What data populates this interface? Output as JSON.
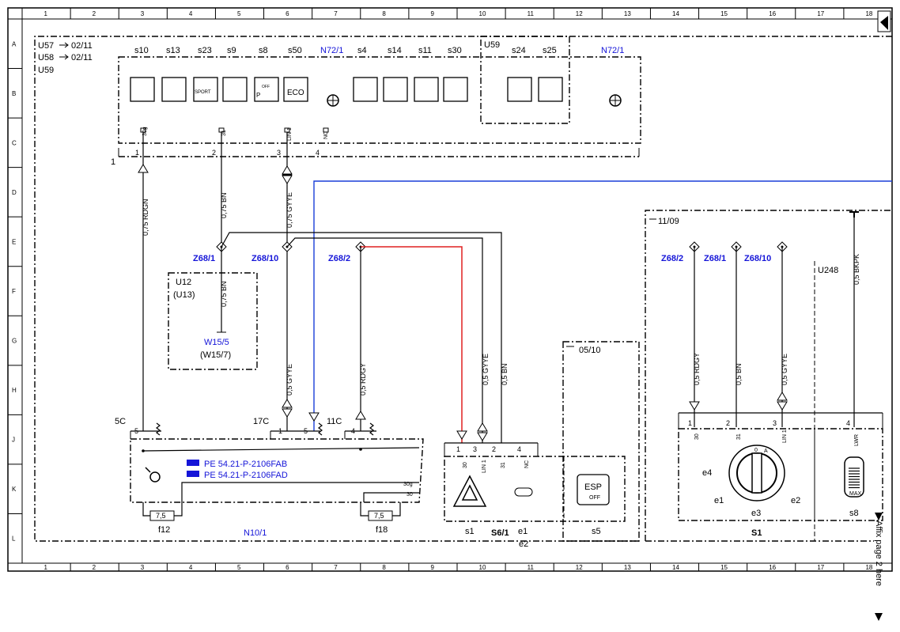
{
  "grid": {
    "columns": [
      "1",
      "2",
      "3",
      "4",
      "5",
      "6",
      "7",
      "8",
      "9",
      "10",
      "11",
      "12",
      "13",
      "14",
      "15",
      "16",
      "17",
      "18"
    ],
    "rows": [
      "A",
      "B",
      "C",
      "D",
      "E",
      "F",
      "G",
      "H",
      "J",
      "K",
      "L"
    ]
  },
  "variants": {
    "u57": "U57",
    "u57_date": "02/11",
    "u58": "U58",
    "u58_date": "02/11",
    "u59": "U59",
    "u59_box": "U59"
  },
  "n72": {
    "title_left": "N72/1",
    "title_right": "N72/1",
    "switches_left": [
      "s10",
      "s13",
      "s23",
      "s9",
      "s8",
      "s50"
    ],
    "switches_mid": [
      "s4",
      "s14",
      "s11",
      "s30"
    ],
    "switches_right": [
      "s24",
      "s25"
    ],
    "sport_label": "SPORT",
    "eco_label": "ECO",
    "off_label": "OFF",
    "p_label": "P",
    "connector_no": "1",
    "pins": [
      {
        "num": "1",
        "name": "30g"
      },
      {
        "num": "2",
        "name": "31"
      },
      {
        "num": "3",
        "name": "LIN 1"
      },
      {
        "num": "4",
        "name": "NC"
      }
    ]
  },
  "wires": {
    "rdgn": "0,75 RDGN",
    "bn": "0,75 BN",
    "gyye": "0,75 GYYE",
    "bn_u12": "0,75 BN",
    "gyye_05_a": "0,5 GYYE",
    "rdgy_05": "0,5 RDGY",
    "gyye_05_b": "0,5 GYYE",
    "bn_05": "0,5 BN",
    "rdgy_s1": "0,5 RDGY",
    "bn_s1": "0,5 BN",
    "gyye_s1": "0,5 GYYE",
    "bkpk": "0,5 BKPK"
  },
  "nodes": {
    "z68_1": "Z68/1",
    "z68_10": "Z68/10",
    "z68_2": "Z68/2",
    "z68_2_r": "Z68/2",
    "z68_1_r": "Z68/1",
    "z68_10_r": "Z68/10"
  },
  "u12": {
    "line1": "U12",
    "line2": "(U13)",
    "w15_5": "W15/5",
    "w15_7": "(W15/7)"
  },
  "n10": {
    "title": "N10/1",
    "ref1": "PE 54.21-P-2106FAB",
    "ref2": "PE 54.21-P-2106FAD",
    "term_5c": "5C",
    "term_17c": "17C",
    "term_11c": "11C",
    "pin5": "5",
    "pin1": "1",
    "pin5b": "5",
    "pin4": "4",
    "pin_30g": "30g",
    "pin_30": "30",
    "fuse1_val": "7,5",
    "fuse2_val": "7,5",
    "fuse1": "f12",
    "fuse2": "f18"
  },
  "s6": {
    "ref_page": "05/10",
    "title": "S6/1",
    "pins": [
      {
        "num": "1",
        "name": "30"
      },
      {
        "num": "3",
        "name": "LIN 1"
      },
      {
        "num": "2",
        "name": "31"
      },
      {
        "num": "4",
        "name": "NC"
      }
    ],
    "s1": "s1",
    "e1": "e1",
    "e2": "e2",
    "s5": "s5",
    "esp": "ESP",
    "esp_off": "OFF"
  },
  "s1": {
    "ref_page": "11/09",
    "title": "S1",
    "u248": "U248",
    "pins": [
      {
        "num": "1",
        "name": "30"
      },
      {
        "num": "2",
        "name": "31"
      },
      {
        "num": "3",
        "name": "LIN 1"
      },
      {
        "num": "4",
        "name": "LWR"
      }
    ],
    "e1": "e1",
    "e2": "e2",
    "e3": "e3",
    "e4": "e4",
    "s8": "s8",
    "dial_zero": "0",
    "dial_a": "A",
    "max": "MAX"
  },
  "affix": "Affix page 2 here",
  "colors": {
    "blue_wire": "#1a3fd8",
    "red_wire": "#e02020",
    "label_blue": "#1515d8"
  }
}
